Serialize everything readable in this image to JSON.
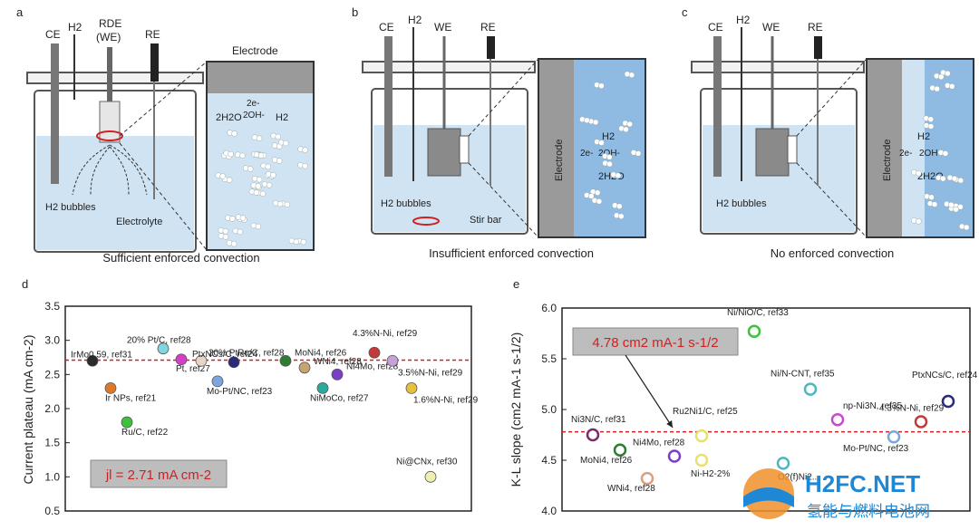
{
  "panels": {
    "a": {
      "letter": "a",
      "caption": "Sufficient enforced convection",
      "top_labels": [
        "CE",
        "H2",
        "RDE",
        "(WE)",
        "RE"
      ],
      "inset_title": "Electrode",
      "inset_labels": [
        "2e-",
        "2OH-",
        "2H2O",
        "H2"
      ],
      "bubbles_label": "H2 bubbles",
      "electrolyte_label": "Electrolyte"
    },
    "b": {
      "letter": "b",
      "caption": "Insufficient enforced convection",
      "top_labels": [
        "CE",
        "H2",
        "WE",
        "RE"
      ],
      "inset_side_label": "Electrode",
      "inset_labels": [
        "H2",
        "2e-",
        "2OH-",
        "2H2O"
      ],
      "bubbles_label": "H2 bubbles",
      "stir_label": "Stir bar"
    },
    "c": {
      "letter": "c",
      "caption": "No enforced convection",
      "top_labels": [
        "CE",
        "H2",
        "WE",
        "RE"
      ],
      "inset_side_label": "Electrode",
      "inset_labels": [
        "H2",
        "2e-",
        "2OH",
        "2H2O"
      ],
      "bubbles_label": "H2 bubbles"
    }
  },
  "colors": {
    "electrolyte": "#cfe3f3",
    "inset_blue": "#8fbbe2",
    "refline": "#d02020",
    "annot_red": "#d02020"
  },
  "chart_data": [
    {
      "panel": "d",
      "type": "scatter",
      "ylabel": "Current plateau (mA cm-2)",
      "ylim": [
        0.5,
        3.5
      ],
      "yticks": [
        "0.5",
        "1.0",
        "1.5",
        "2.0",
        "2.5",
        "3.0",
        "3.5"
      ],
      "reference_value": 2.71,
      "annotation": "jl = 2.71 mA cm-2",
      "points": [
        {
          "label": "IrMo0.59, ref31",
          "y": 2.7,
          "color": "#2b2b2b"
        },
        {
          "label": "Ir NPs, ref21",
          "y": 2.3,
          "color": "#e0782a"
        },
        {
          "label": "Ru/C, ref22",
          "y": 1.8,
          "color": "#3cc23c"
        },
        {
          "label": "20% Pt/C, ref28",
          "y": 2.88,
          "color": "#7fd6e0"
        },
        {
          "label": "Pt, ref27",
          "y": 2.72,
          "color": "#d43ec8"
        },
        {
          "label": "20% PtRu/C, ref28",
          "y": 2.7,
          "color": "#e8d4c8"
        },
        {
          "label": "PtxNCs/C, ref24",
          "y": 2.68,
          "color": "#2a2a7a"
        },
        {
          "label": "Mo-Pt/NC, ref23",
          "y": 2.4,
          "color": "#7aa7de"
        },
        {
          "label": "MoNi4, ref26",
          "y": 2.7,
          "color": "#2e7d32"
        },
        {
          "label": "WNi4, ref28",
          "y": 2.6,
          "color": "#c8a472"
        },
        {
          "label": "Ni4Mo, ref28",
          "y": 2.5,
          "color": "#7b3fc4"
        },
        {
          "label": "NiMoCo, ref27",
          "y": 2.3,
          "color": "#2aaa9c"
        },
        {
          "label": "4.3%N-Ni, ref29",
          "y": 2.82,
          "color": "#c43a3a"
        },
        {
          "label": "3.5%N-Ni, ref29",
          "y": 2.7,
          "color": "#c8a0d8"
        },
        {
          "label": "1.6%N-Ni, ref29",
          "y": 2.3,
          "color": "#e8c040"
        },
        {
          "label": "Ni@CNx, ref30",
          "y": 1.0,
          "color": "#eef0b0"
        }
      ]
    },
    {
      "panel": "e",
      "type": "scatter",
      "ylabel": "K-L slope (cm2 mA-1 s-1/2)",
      "ylim": [
        4.0,
        6.0
      ],
      "yticks": [
        "4.0",
        "4.5",
        "5.0",
        "5.5",
        "6.0"
      ],
      "reference_value": 4.78,
      "annotation": "4.78 cm2 mA-1 s-1/2",
      "points": [
        {
          "label": "Ni3N/C, ref31",
          "y": 4.75,
          "color": "#7b2a6a"
        },
        {
          "label": "MoNi4, ref26",
          "y": 4.6,
          "color": "#2e7d32"
        },
        {
          "label": "WNi4, ref28",
          "y": 4.32,
          "color": "#d8a080"
        },
        {
          "label": "Ni4Mo, ref28",
          "y": 4.54,
          "color": "#7b3fc4"
        },
        {
          "label": "Ni-H2-2%",
          "y": 4.5,
          "color": "#e8e070"
        },
        {
          "label": "Ru2Ni1/C, ref25",
          "y": 4.74,
          "color": "#e8e070"
        },
        {
          "label": "Ni/NiO/C, ref33",
          "y": 5.77,
          "color": "#3cc23c"
        },
        {
          "label": "Ni/N-CNT, ref35",
          "y": 5.2,
          "color": "#4bb8c0"
        },
        {
          "label": "np-Ni3N, ref35",
          "y": 4.9,
          "color": "#c84ad0"
        },
        {
          "label": "4.3%N-Ni, ref29",
          "y": 4.88,
          "color": "#c43a3a"
        },
        {
          "label": "PtxNCs/C, ref24",
          "y": 5.08,
          "color": "#2a2a7a"
        },
        {
          "label": "Mo-Pt/NC, ref23",
          "y": 4.73,
          "color": "#7aa7de"
        },
        {
          "label": "O2(f)Ni2...",
          "y": 4.47,
          "color": "#4bb8c0"
        }
      ]
    }
  ],
  "watermark": {
    "brand": "H2FC.NET",
    "subtitle": "氢能与燃料电池网"
  }
}
